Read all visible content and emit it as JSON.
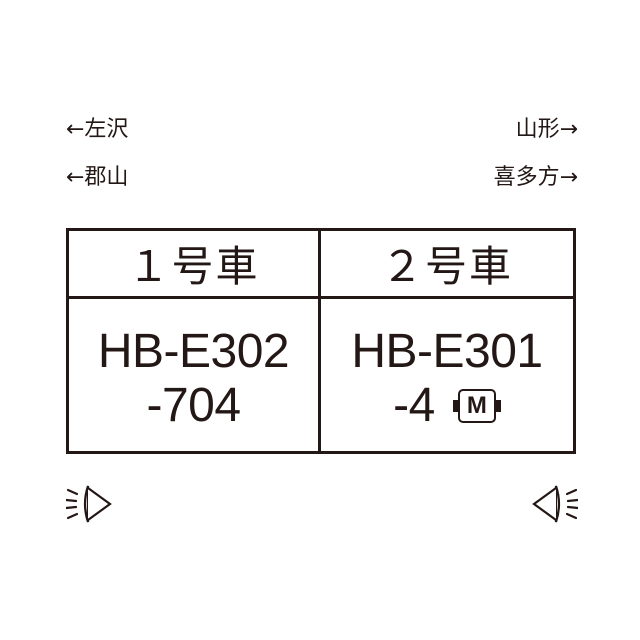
{
  "directions": {
    "left_top": "←左沢",
    "left_bottom": "←郡山",
    "right_top": "山形→",
    "right_bottom": "喜多方→"
  },
  "cars": [
    {
      "car_no": "１号車",
      "model_line1": "HB-E302",
      "model_line2": "-704",
      "motor": ""
    },
    {
      "car_no": "２号車",
      "model_line1": "HB-E301",
      "model_line2": "-4",
      "motor": "M"
    }
  ],
  "icons": {
    "left": "headlight-icon",
    "right": "headlight-icon"
  },
  "colors": {
    "ink": "#231815",
    "background": "#ffffff"
  }
}
